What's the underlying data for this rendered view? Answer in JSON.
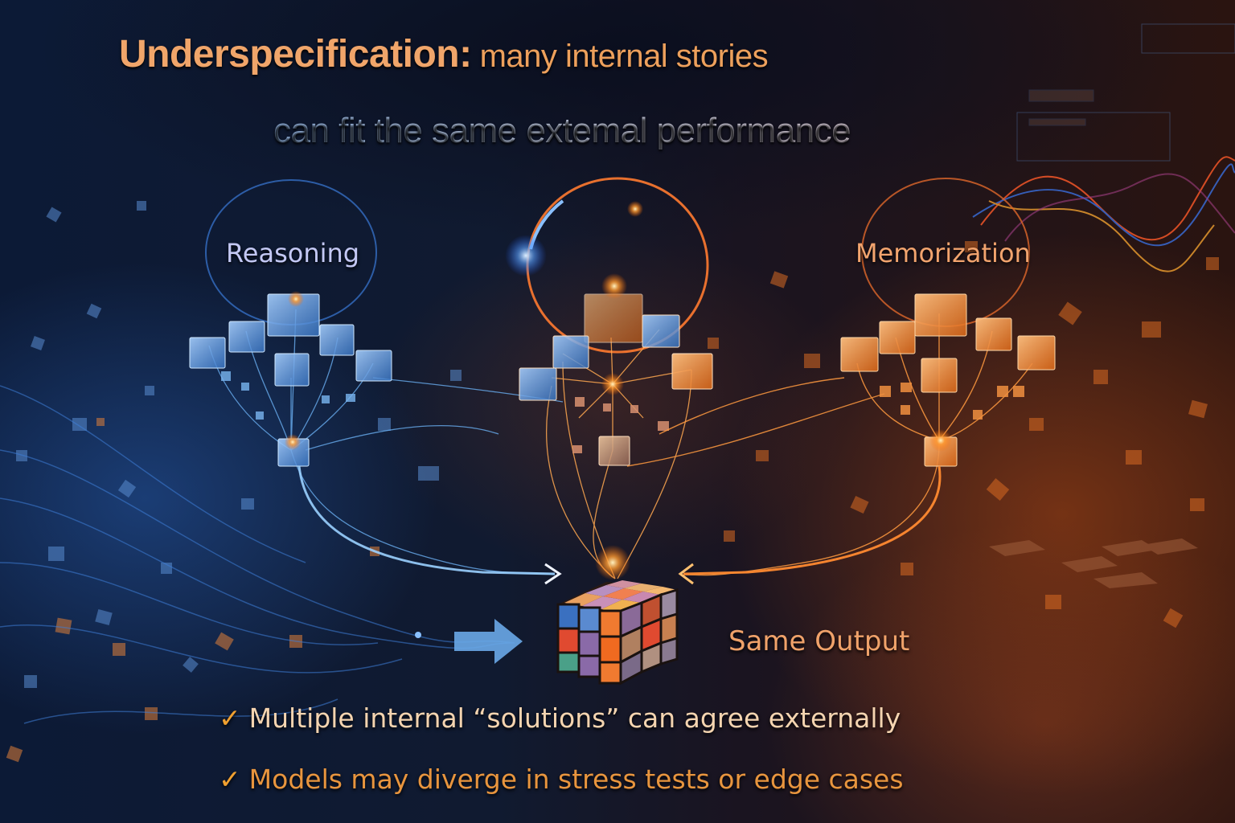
{
  "title": {
    "emphasis": "Underspecification:",
    "line1_rest": "many internal stories",
    "line2": "can fit the same extemal performance"
  },
  "clusters": [
    {
      "label": "Reasoning",
      "color": "#5a9be8"
    },
    {
      "label": "Memorization",
      "color": "#f08a3a"
    }
  ],
  "center": {
    "label": "",
    "color": "#f0a050"
  },
  "output": {
    "label": "Same Output",
    "icon": "rubiks-cube-icon"
  },
  "bullets": [
    {
      "icon": "checkmark-icon",
      "text": "Multiple internal “solutions” can agree externally"
    },
    {
      "icon": "checkmark-icon",
      "text": "Models may diverge in stress tests or edge cases"
    }
  ],
  "check_glyph": "✓",
  "colors": {
    "title_orange": "#f0a56a",
    "title_blue": "#9cc0f0",
    "reasoning_blue": "#c3c8f4",
    "memorization_orange": "#f2a46e",
    "check_orange": "#f0a030",
    "bullet1": "#f4d4b0",
    "bullet2": "#e8953e"
  }
}
